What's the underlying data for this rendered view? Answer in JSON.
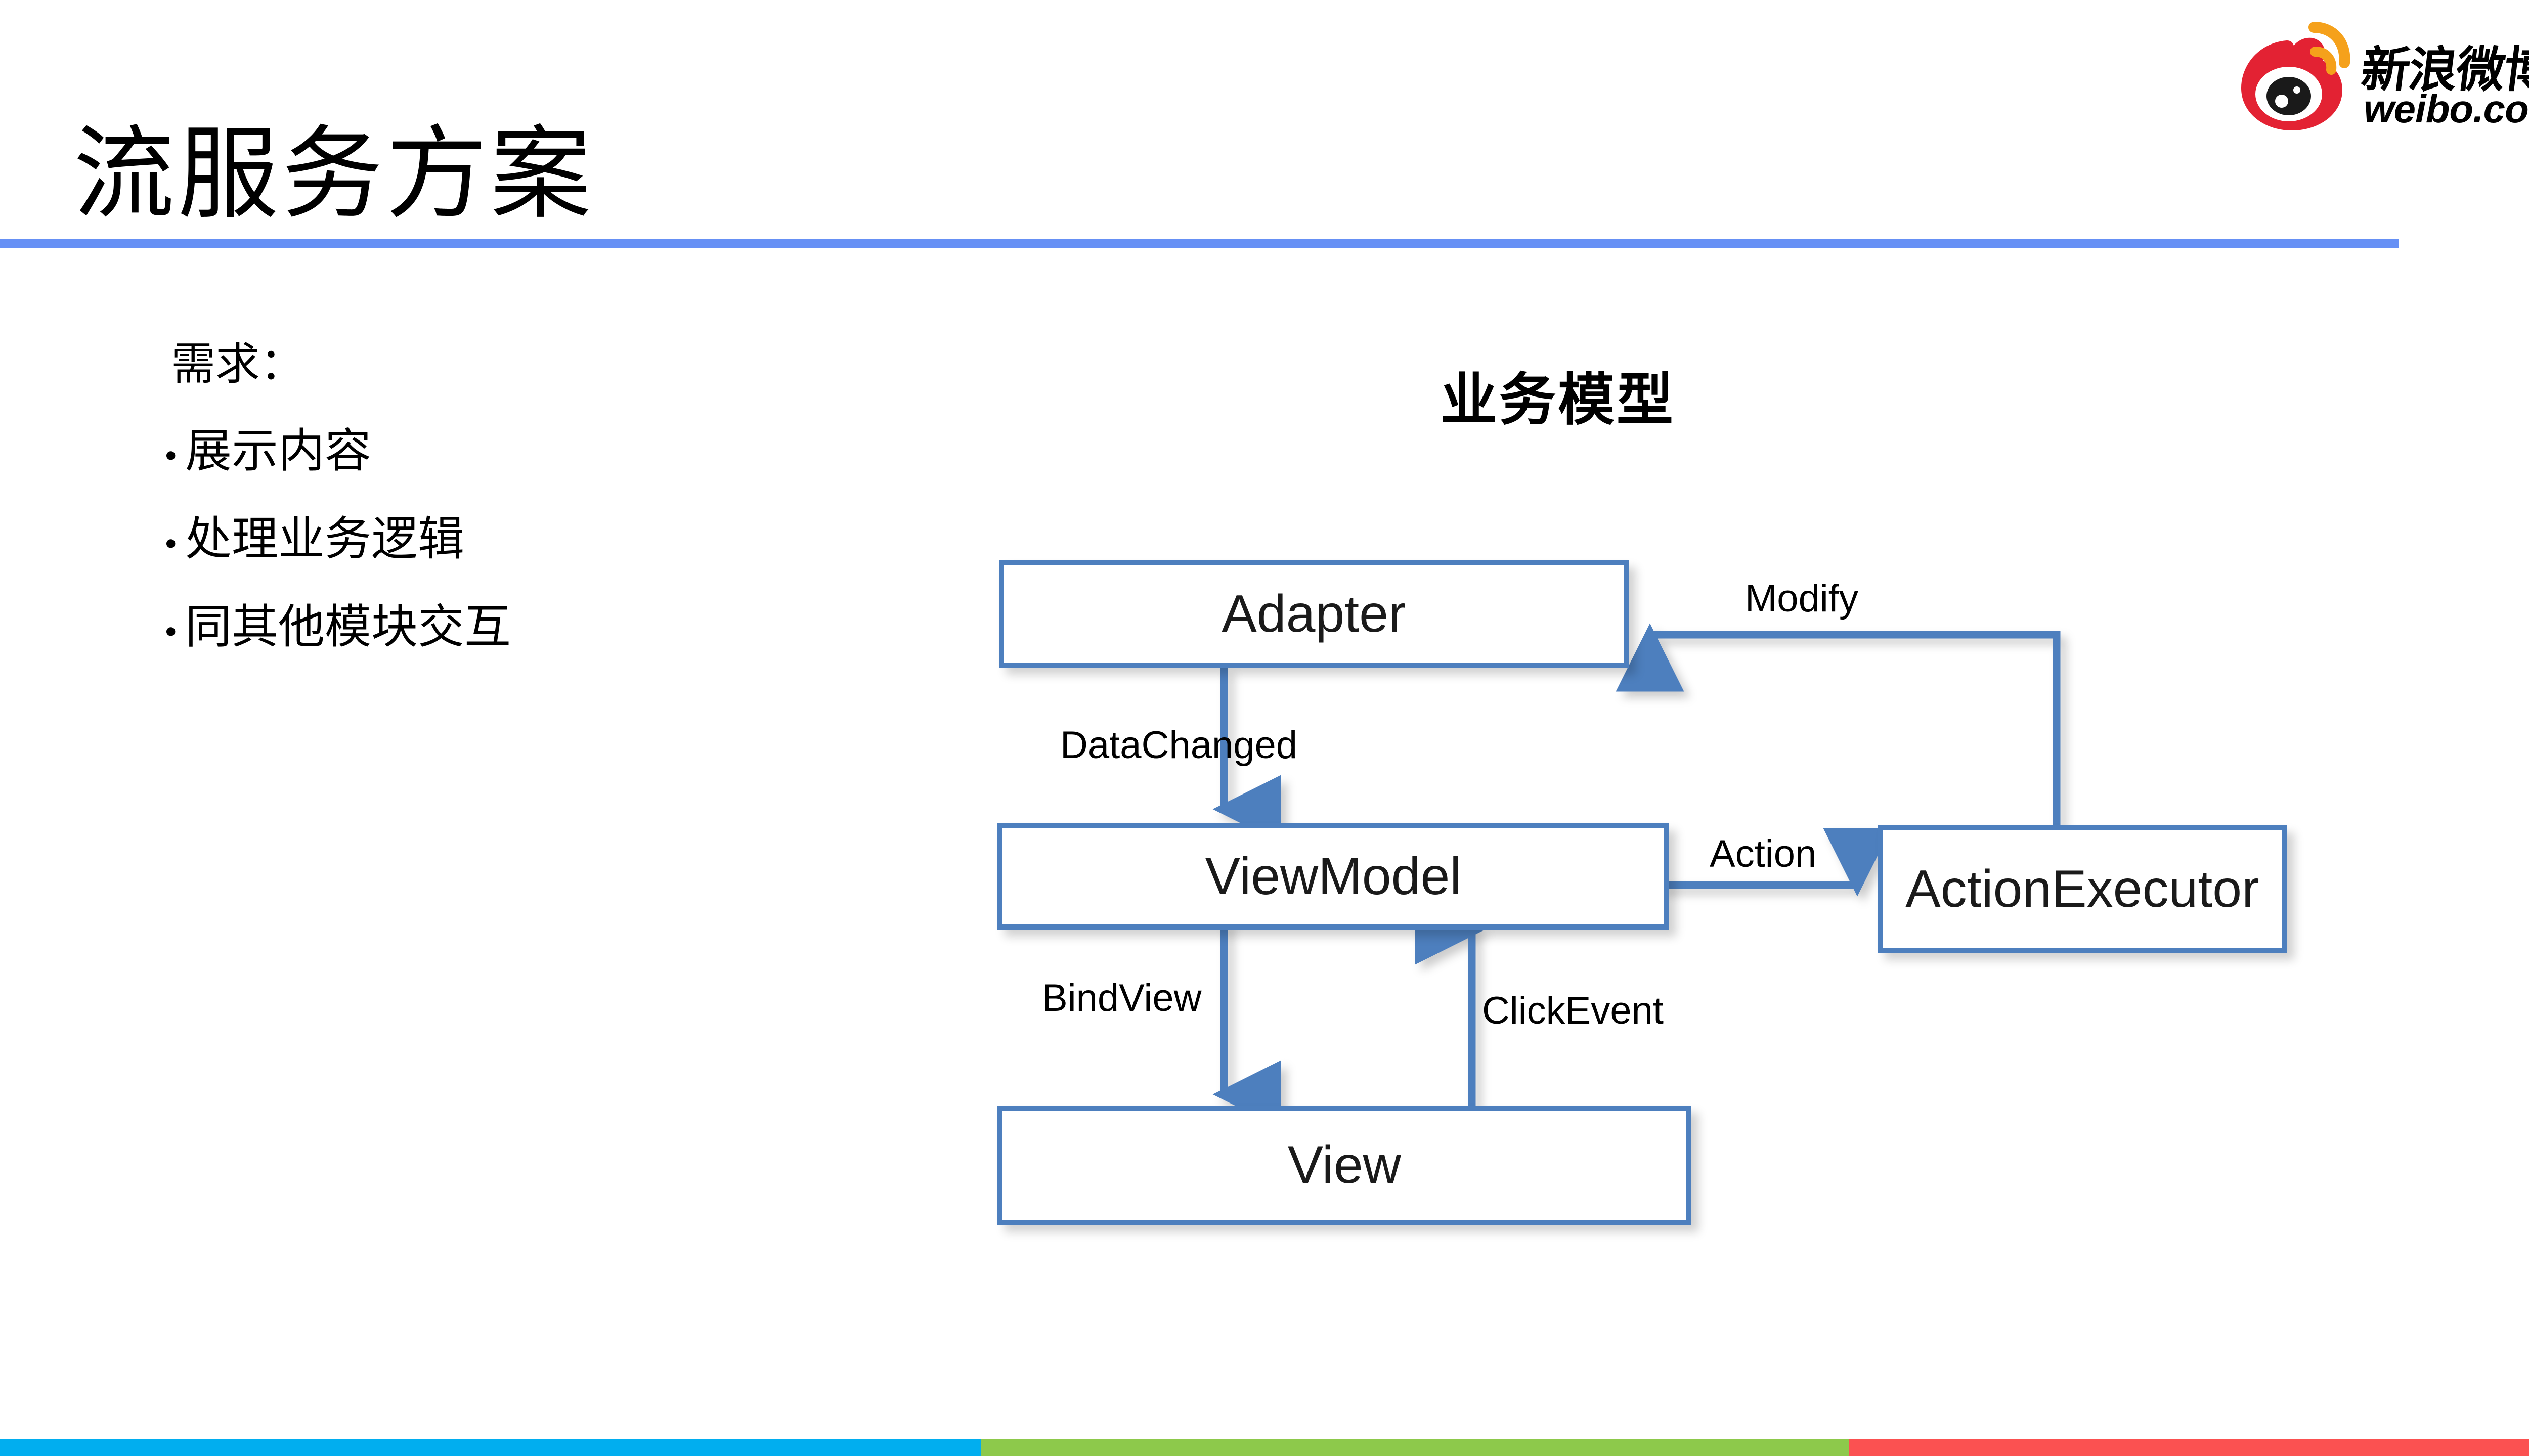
{
  "slide": {
    "title": "流服务方案",
    "rule_color": "#6690f5"
  },
  "logo": {
    "name": "weibo-logo",
    "brand_cn": "新浪微博",
    "url": "weibo.com",
    "eye_color": "#e32233",
    "wifi_color": "#f5a11b"
  },
  "requirements": {
    "heading": "需求：",
    "bullet_glyph": "•",
    "items": [
      {
        "label": "展示内容"
      },
      {
        "label": "处理业务逻辑"
      },
      {
        "label": "同其他模块交互"
      }
    ]
  },
  "diagram": {
    "title": "业务模型",
    "node_border_color": "#4d7fbe",
    "nodes": [
      {
        "id": "adapter",
        "label": "Adapter"
      },
      {
        "id": "viewmodel",
        "label": "ViewModel"
      },
      {
        "id": "actionexecutor",
        "label": "ActionExecutor"
      },
      {
        "id": "view",
        "label": "View"
      }
    ],
    "edges": [
      {
        "id": "datachanged",
        "label": "DataChanged",
        "from": "adapter",
        "to": "viewmodel"
      },
      {
        "id": "modify",
        "label": "Modify",
        "from": "actionexecutor",
        "to": "adapter"
      },
      {
        "id": "action",
        "label": "Action",
        "from": "viewmodel",
        "to": "actionexecutor"
      },
      {
        "id": "bindview",
        "label": "BindView",
        "from": "viewmodel",
        "to": "view"
      },
      {
        "id": "clickevent",
        "label": "ClickEvent",
        "from": "view",
        "to": "viewmodel"
      }
    ]
  },
  "footer_bars": [
    {
      "id": "blue",
      "color": "#01aeef"
    },
    {
      "id": "green",
      "color": "#8dc94b"
    },
    {
      "id": "red",
      "color": "#fb5151"
    }
  ]
}
